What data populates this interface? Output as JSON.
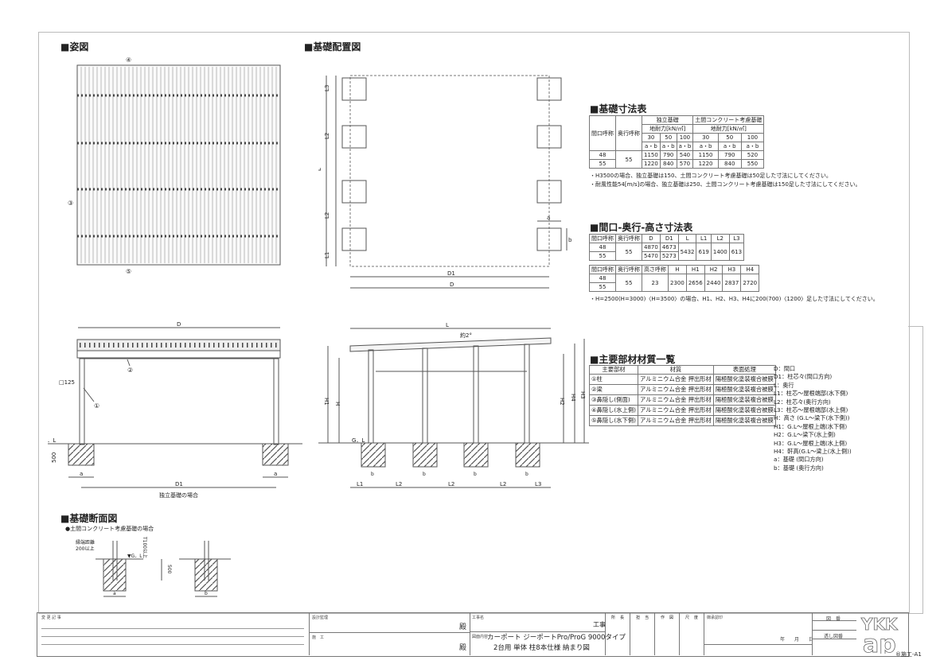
{
  "sections": {
    "elevation": "■姿図",
    "foundation_layout": "■基礎配置図",
    "foundation_table": "■基礎寸法表",
    "dimension_table": "■間口-奥行-高さ寸法表",
    "materials": "■主要部材材質一覧",
    "foundation_section": "■基礎断面図"
  },
  "elevation_labels": {
    "top": "④",
    "left": "③",
    "bottom": "⑤"
  },
  "layout_labels": {
    "L": "L",
    "L1": "L1",
    "L2a": "L2",
    "L2b": "L2",
    "L3": "L3",
    "D": "D",
    "D1": "D1",
    "a": "a",
    "b": "b"
  },
  "foundation_table": {
    "h_width": "間口呼称",
    "h_depth": "奥行呼称",
    "h_ind": "独立基礎",
    "h_soil": "土間コンクリート考慮基礎",
    "h_bearing": "地耐力[kN/㎡]",
    "bearings": [
      "30",
      "50",
      "100",
      "30",
      "50",
      "100"
    ],
    "ab": "a・b",
    "rows": [
      {
        "w": "48",
        "v": [
          "1150",
          "790",
          "540",
          "1150",
          "790",
          "520"
        ]
      },
      {
        "w": "55",
        "v": [
          "1220",
          "840",
          "570",
          "1220",
          "840",
          "550"
        ]
      }
    ],
    "depth": "55",
    "notes": [
      "・H3500の場合、独立基礎は150、土間コンクリート考慮基礎は50足した寸法にしてください。",
      "・耐風性能54[m/s]の場合、独立基礎は250、土間コンクリート考慮基礎は150足した寸法にしてください。"
    ]
  },
  "dimension_table": {
    "t1_headers": [
      "間口呼称",
      "奥行呼称",
      "D",
      "D1",
      "L",
      "L1",
      "L2",
      "L3"
    ],
    "t1_w": [
      "48",
      "55"
    ],
    "t1_depth": "55",
    "t1_D": [
      "4870",
      "5470"
    ],
    "t1_D1": [
      "4673",
      "5273"
    ],
    "t1_L": "5432",
    "t1_L1": "619",
    "t1_L2": "1400",
    "t1_L3": "613",
    "t2_headers": [
      "間口呼称",
      "奥行呼称",
      "高さ呼称",
      "H",
      "H1",
      "H2",
      "H3",
      "H4"
    ],
    "t2_w": [
      "48",
      "55"
    ],
    "t2_vals": [
      "55",
      "23",
      "2300",
      "2656",
      "2440",
      "2837",
      "2720"
    ],
    "note": "・H=2500(H=3000)〈H=3500〉の場合、H1、H2、H3、H4に200(700)〈1200〉足した寸法にしてください。"
  },
  "materials": {
    "headers": [
      "主要部材",
      "材質",
      "表面処理"
    ],
    "rows": [
      [
        "①柱",
        "アルミニウム合金 押出形材",
        "陽極酸化塗装複合被膜"
      ],
      [
        "②梁",
        "アルミニウム合金 押出形材",
        "陽極酸化塗装複合被膜"
      ],
      [
        "③鼻隠し(側面)",
        "アルミニウム合金 押出形材",
        "陽極酸化塗装複合被膜"
      ],
      [
        "④鼻隠し(水上側)",
        "アルミニウム合金 押出形材",
        "陽極酸化塗装複合被膜"
      ],
      [
        "⑤鼻隠し(水下側)",
        "アルミニウム合金 押出形材",
        "陽極酸化塗装複合被膜"
      ]
    ]
  },
  "legend": [
    "D：間口",
    "D1：柱芯々(間口方向)",
    "L：奥行",
    "L1：柱芯～屋根端部(水下側)",
    "L2：柱芯々(奥行方向)",
    "L3：柱芯～屋根端部(水上側)",
    "H：高さ (G.L～梁下(水下側))",
    "H1：G.L～屋根上端(水下側)",
    "H2：G.L～梁下(水上側)",
    "H3：G.L～屋根上端(水上側)",
    "H4：軒高(G.L～梁上(水上側))",
    "a：基礎 (間口方向)",
    "b：基礎 (奥行方向)"
  ],
  "front_view": {
    "D": "D",
    "D1": "D1",
    "post": "□125",
    "beam": "②",
    "column": "①",
    "gl": "G．L",
    "depth": "500",
    "a": "a",
    "caption": "独立基礎の場合"
  },
  "side_view": {
    "L": "L",
    "slope": "約2°",
    "H": "H",
    "H1": "H1",
    "H2": "H2",
    "H3": "H3",
    "H4": "H4",
    "gl": "G．L",
    "b": "b",
    "dims": [
      "L1",
      "L2",
      "L2",
      "L2",
      "L3"
    ]
  },
  "section": {
    "subtitle": "●土間コンクリート考慮基礎の場合",
    "edge": "縁端距離",
    "edge2": "200以上",
    "thick": "T100以上",
    "gl": "▼G．L",
    "depth": "500",
    "a": "a",
    "b": "b"
  },
  "title_block": {
    "change_log": "変 更 記 事",
    "design_supervision": "設計監理",
    "construction": "施　工",
    "sama": "殿",
    "project_name_label": "工事名",
    "project_suffix": "工事",
    "drawing_content_label": "図面内容",
    "drawing_title_1": "カーポート ジーポートPro/ProG 9000タイプ",
    "drawing_title_2": "2台用 単体 柱8本仕様 納まり図",
    "approval": [
      "所",
      "長",
      "担",
      "当",
      "作",
      "図",
      "尺",
      "度"
    ],
    "confirm": "御承認印",
    "date": "年　　月　　日",
    "drawing_no": "図　番",
    "tracing": "透し図番",
    "logo": "YKK ap",
    "sheet": "®施工-A1"
  }
}
